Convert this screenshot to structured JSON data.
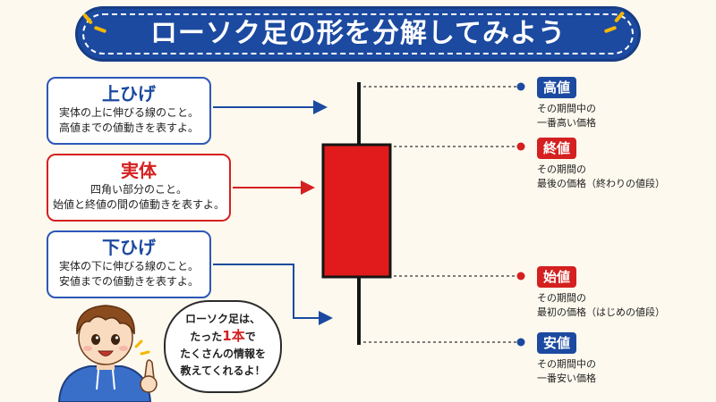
{
  "title": "ローソク足の形を分解してみよう",
  "left_boxes": [
    {
      "title": "上ひげ",
      "lines": [
        "実体の上に伸びる線のこと。",
        "高値までの値動きを表すよ。"
      ]
    },
    {
      "title": "実体",
      "lines": [
        "四角い部分のこと。",
        "始値と終値の間の値動きを表すよ。"
      ]
    },
    {
      "title": "下ひげ",
      "lines": [
        "実体の下に伸びる線のこと。",
        "安値までの値動きを表すよ。"
      ]
    }
  ],
  "right_labels": [
    {
      "badge": "高値",
      "lines": [
        "その期間中の",
        "一番高い価格"
      ]
    },
    {
      "badge": "終値",
      "lines": [
        "その期間の",
        "最後の価格（終わりの値段）"
      ]
    },
    {
      "badge": "始値",
      "lines": [
        "その期間の",
        "最初の価格（はじめの値段）"
      ]
    },
    {
      "badge": "安値",
      "lines": [
        "その期間中の",
        "一番安い価格"
      ]
    }
  ],
  "bubble": {
    "line1": "ローソク足は、",
    "line2_pre": "たった",
    "line2_highlight": "1本",
    "line2_post": "で",
    "line3": "たくさんの情報を",
    "line4": "教えてくれるよ！"
  },
  "colors": {
    "primary_blue": "#1c4aa0",
    "accent_red": "#d42020",
    "background": "#fdf9ee",
    "spark_yellow": "#f5b700"
  },
  "icons": [
    "boy-character-icon",
    "arrow-right-icon",
    "dot-marker-icon"
  ]
}
